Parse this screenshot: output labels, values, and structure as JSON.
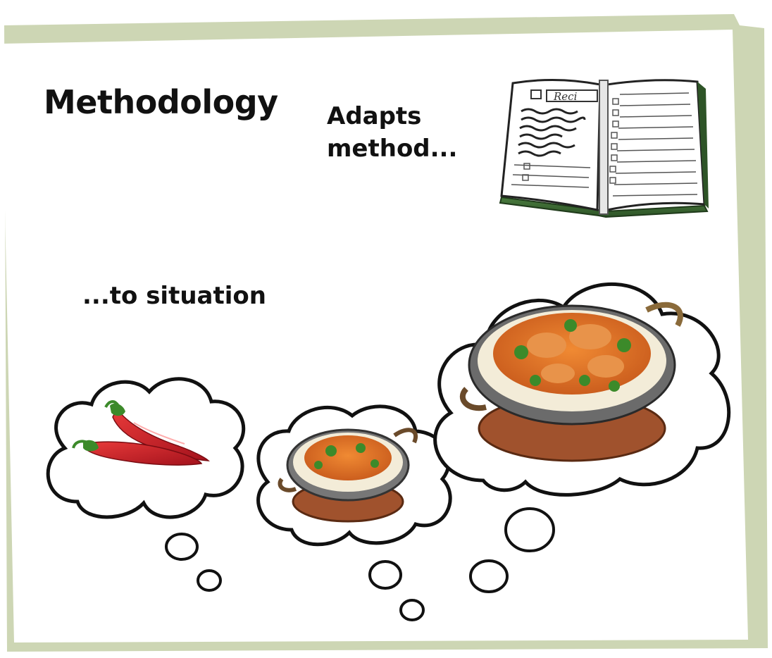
{
  "heading": "Methodology",
  "caption_adapts": {
    "line1": "Adapts",
    "line2": "method..."
  },
  "caption_situation": "...to situation",
  "book_label": "Reci",
  "colors": {
    "paper_back": "#cdd6b4",
    "paper_front": "#ffffff",
    "ink": "#111111",
    "book_cover": "#3e6b35",
    "chili_red": "#c8202a",
    "chili_stem": "#3c8a2a",
    "pan_rim": "#8a8a8a",
    "sauce": "#e07a2a",
    "rice": "#f3ecd8",
    "coaster": "#a0522d"
  },
  "icons": [
    "recipe-book-icon",
    "chili-peppers-icon",
    "small-curry-pan-icon",
    "large-curry-pan-icon",
    "thought-bubble-icon"
  ]
}
